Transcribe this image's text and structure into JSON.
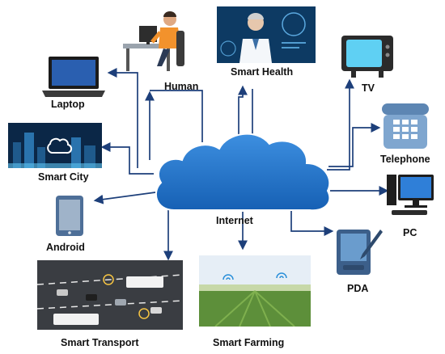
{
  "center": {
    "label": "Internet"
  },
  "nodes": {
    "human": {
      "label": "Human",
      "icon": "human-at-desk-icon"
    },
    "smart_health": {
      "label": "Smart Health",
      "icon": "doctor-icon"
    },
    "tv": {
      "label": "TV",
      "icon": "tv-icon"
    },
    "laptop": {
      "label": "Laptop",
      "icon": "laptop-icon"
    },
    "telephone": {
      "label": "Telephone",
      "icon": "telephone-icon"
    },
    "smart_city": {
      "label": "Smart City",
      "icon": "city-icon"
    },
    "pc": {
      "label": "PC",
      "icon": "desktop-pc-icon"
    },
    "android": {
      "label": "Android",
      "icon": "smartphone-icon"
    },
    "pda": {
      "label": "PDA",
      "icon": "pda-icon"
    },
    "smart_transport": {
      "label": "Smart Transport",
      "icon": "traffic-icon"
    },
    "smart_farming": {
      "label": "Smart Farming",
      "icon": "farm-field-icon"
    }
  },
  "colors": {
    "cloud": "#1e6fc4",
    "arrow": "#1d3f7a",
    "text": "#111111"
  }
}
